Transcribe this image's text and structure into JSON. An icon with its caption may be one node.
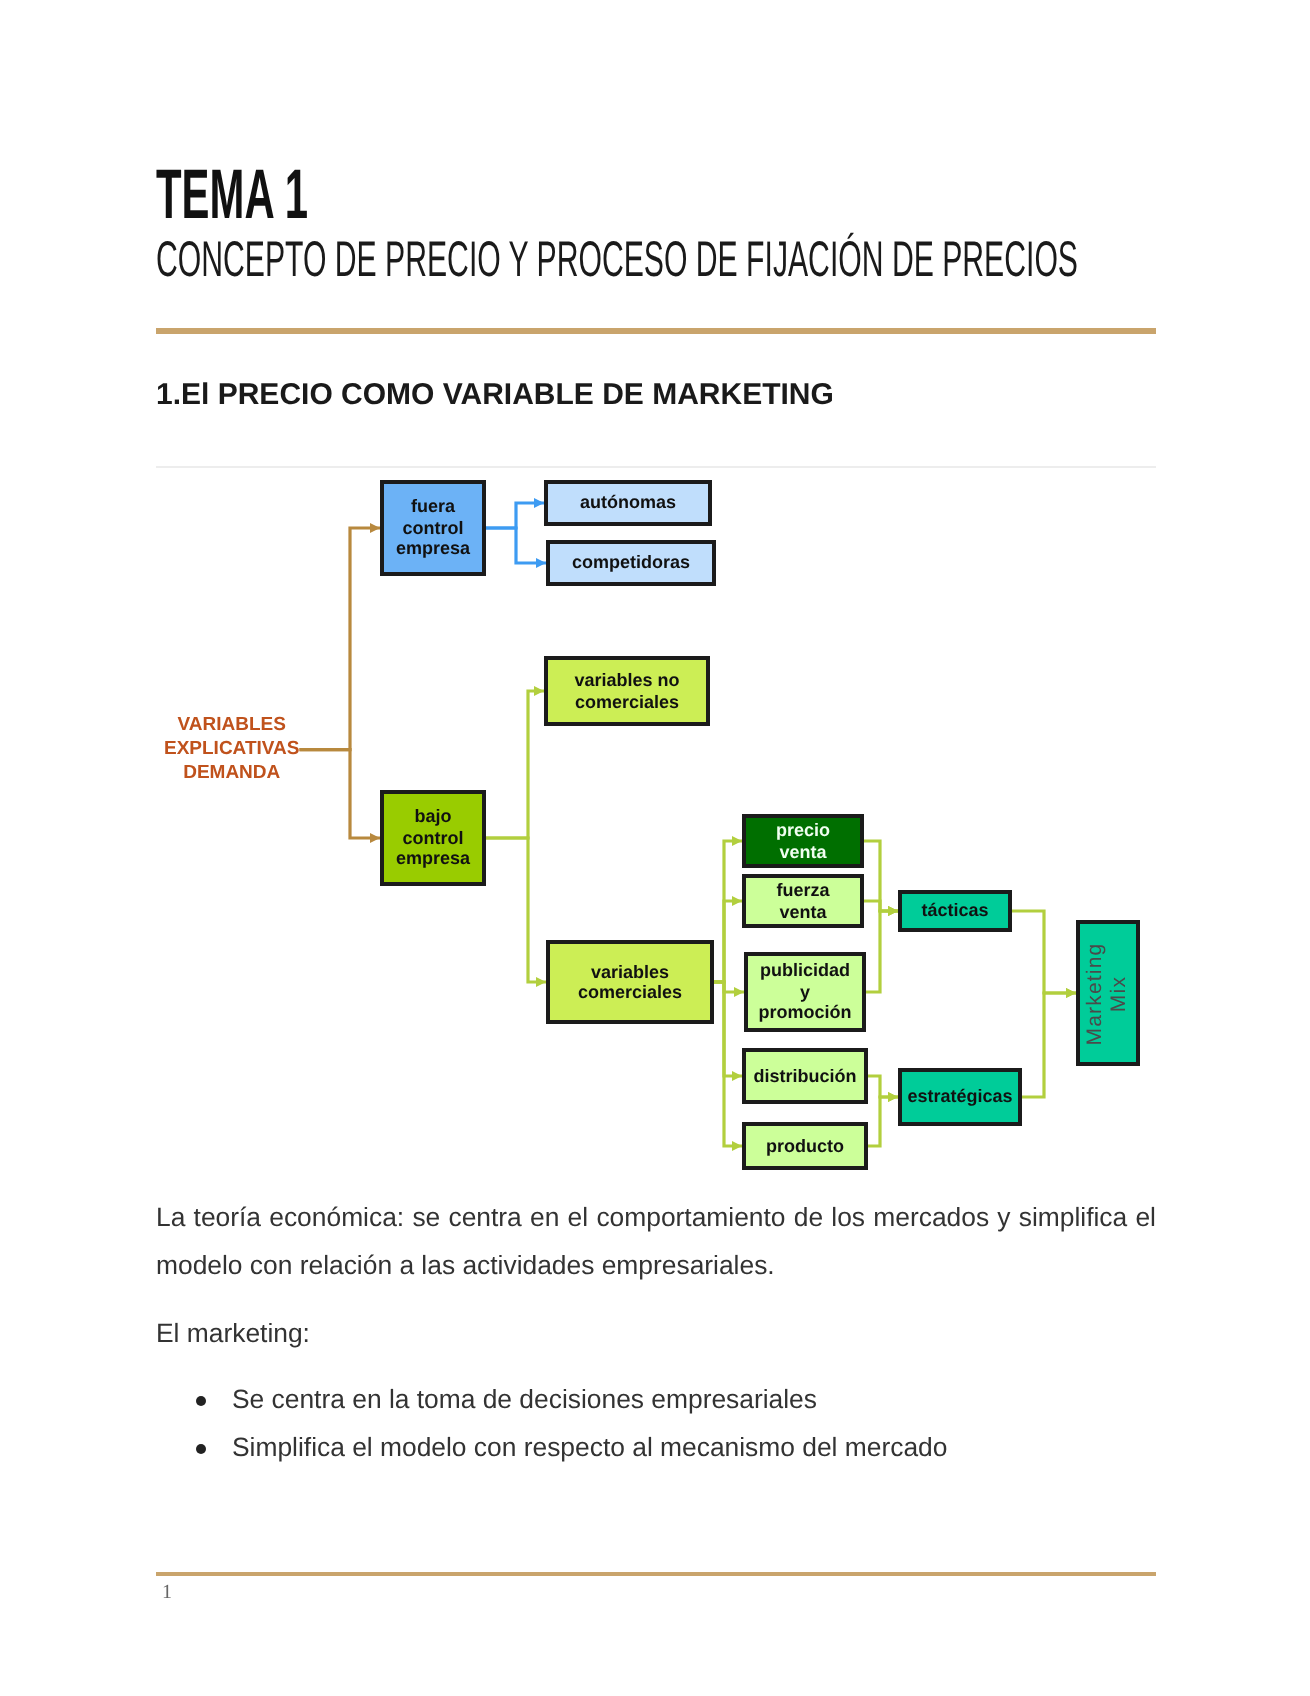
{
  "diagram": {
    "title": "TEMA 1",
    "nodes": [
      {
        "text": [
          "VARIABLES EXPLICATIVAS DEMANDA"
        ]
      },
      {
        "text": [
          "fuera control empresa"
        ]
      },
      {
        "text": [
          "autónomas"
        ]
      },
      {
        "text": [
          "competidoras"
        ]
      },
      {
        "text": [
          "bajo control empresa"
        ]
      },
      {
        "text": [
          "variables no comerciales"
        ]
      },
      {
        "text": [
          "variables comerciales"
        ]
      },
      {
        "text": [
          "precio venta"
        ]
      },
      {
        "text": [
          "fuerza venta"
        ]
      },
      {
        "text": [
          "publicidad y promoción"
        ]
      },
      {
        "text": [
          "distribución"
        ]
      },
      {
        "text": [
          "producto"
        ]
      },
      {
        "text": [
          "tácticas"
        ]
      },
      {
        "text": [
          "estratégicas"
        ]
      },
      {
        "text": [
          "Marketing Mix"
        ]
      }
    ],
    "edges": [
      {
        "from": 0,
        "to": 1,
        "arrow": "to",
        "color": "#b8893e"
      },
      {
        "from": 0,
        "to": 4,
        "arrow": "to",
        "color": "#b8893e"
      },
      {
        "from": 1,
        "to": 2,
        "arrow": "to",
        "color": "#3d9bf2"
      },
      {
        "from": 1,
        "to": 3,
        "arrow": "to",
        "color": "#3d9bf2"
      },
      {
        "from": 4,
        "to": 5,
        "arrow": "to"
      },
      {
        "from": 4,
        "to": 6,
        "arrow": "to"
      },
      {
        "from": 6,
        "to": 7,
        "arrow": "to"
      },
      {
        "from": 6,
        "to": 8,
        "arrow": "to"
      },
      {
        "from": 6,
        "to": 9,
        "arrow": "to"
      },
      {
        "from": 6,
        "to": 10,
        "arrow": "to"
      },
      {
        "from": 6,
        "to": 11,
        "arrow": "to"
      },
      {
        "from": 7,
        "to": 12,
        "arrow": "to"
      },
      {
        "from": 8,
        "to": 12,
        "arrow": "to"
      },
      {
        "from": 9,
        "to": 12,
        "arrow": "to"
      },
      {
        "from": 10,
        "to": 13,
        "arrow": "to"
      },
      {
        "from": 11,
        "to": 13,
        "arrow": "to"
      },
      {
        "from": 12,
        "to": 14,
        "arrow": "to"
      },
      {
        "from": 13,
        "to": 14,
        "arrow": "to"
      }
    ],
    "labels": [
      "CONCEPTO DE PRECIO Y PROCESO DE FIJACIÓN DE PRECIOS",
      "1.El PRECIO COMO VARIABLE DE MARKETING",
      "La teoría económica: se centra en el comportamiento de los mercados y simplifica el modelo con relación a las actividades empresariales.",
      "El marketing:",
      "Se centra en la toma de decisiones empresariales",
      "Simplifica el modelo con respecto al mecanismo del mercado",
      "1"
    ]
  }
}
